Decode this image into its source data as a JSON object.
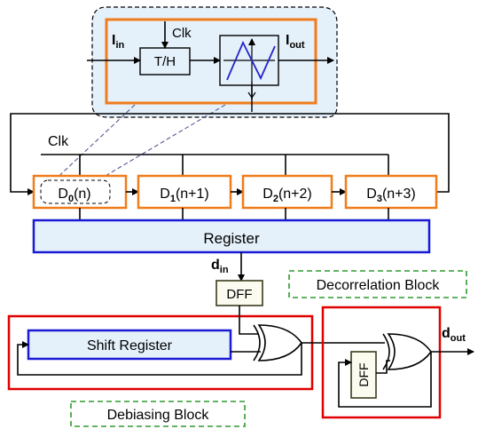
{
  "inset": {
    "input_label": "I",
    "input_sub": "in",
    "clock_label": "Clk",
    "track_hold_label": "T/H",
    "output_label": "I",
    "output_sub": "out"
  },
  "delay_chain": {
    "clock_label": "Clk",
    "stages": [
      {
        "base": "D",
        "sub": "0",
        "arg": "(n)"
      },
      {
        "base": "D",
        "sub": "1",
        "arg": "(n+1)"
      },
      {
        "base": "D",
        "sub": "2",
        "arg": "(n+2)"
      },
      {
        "base": "D",
        "sub": "3",
        "arg": "(n+3)"
      }
    ]
  },
  "register_label": "Register",
  "din_label": "d",
  "din_sub": "in",
  "dff_label": "DFF",
  "decorrelation_block_label": "Decorrelation Block",
  "shift_register_label": "Shift Register",
  "debiasing_block_label": "Debiasing Block",
  "dout_label": "d",
  "dout_sub": "out",
  "feedback_dff_label": "DFF",
  "colors": {
    "orange": "#f07c1c",
    "blue": "#1a1ad6",
    "red": "#e00000",
    "green": "#2e9a2e",
    "light_blue_fill": "#e4f0fa",
    "register_fill": "#e4f0fa",
    "dff_border": "#3b3b1e",
    "wave_blue": "#2323c8"
  }
}
